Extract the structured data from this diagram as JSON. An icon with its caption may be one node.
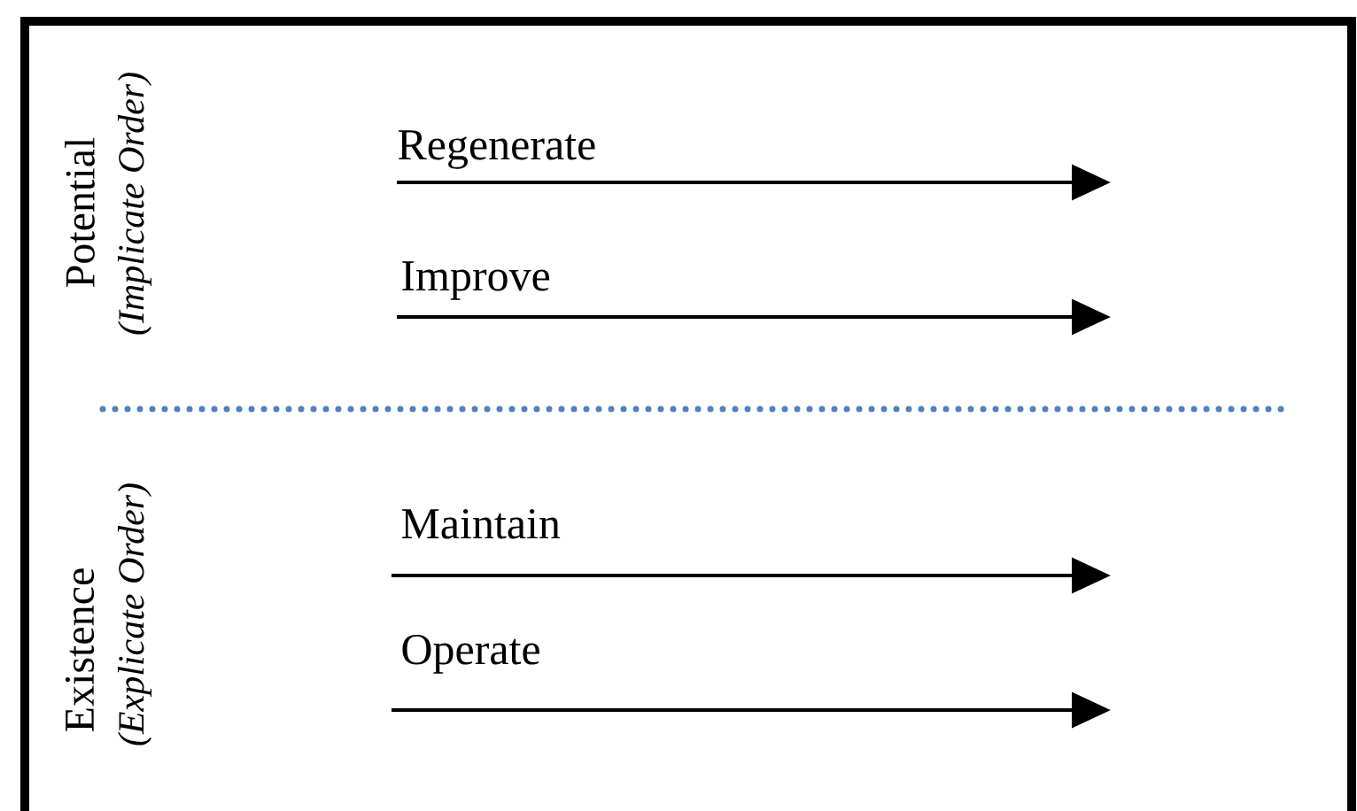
{
  "diagram": {
    "labels": [
      "Potential",
      "*(Implicate Order)*",
      "Regenerate",
      "Improve",
      "Existence",
      "*(Explicate Order)*",
      "Maintain",
      "Operate"
    ]
  }
}
